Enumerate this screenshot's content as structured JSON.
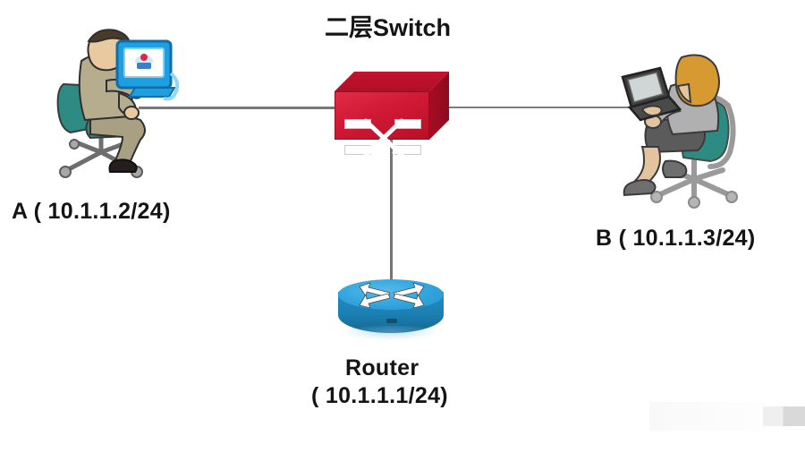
{
  "diagram": {
    "title": "二层Switch",
    "background_color": "#ffffff",
    "nodes": {
      "switch": {
        "label": "二层Switch",
        "type": "layer-2-switch",
        "color": "#d01935"
      },
      "router": {
        "name": "Router",
        "ip": "( 10.1.1.1/24)",
        "type": "router",
        "color": "#2195cf"
      },
      "host_a": {
        "label": "A ( 10.1.1.2/24)",
        "type": "desktop-user",
        "ip": "10.1.1.2/24"
      },
      "host_b": {
        "label": "B ( 10.1.1.3/24)",
        "type": "laptop-user",
        "ip": "10.1.1.3/24"
      }
    },
    "links": [
      {
        "from": "host_a",
        "to": "switch",
        "color": "#787878"
      },
      {
        "from": "host_b",
        "to": "switch",
        "color": "#7d7d7d"
      },
      {
        "from": "switch",
        "to": "router",
        "color": "#757575"
      }
    ]
  }
}
